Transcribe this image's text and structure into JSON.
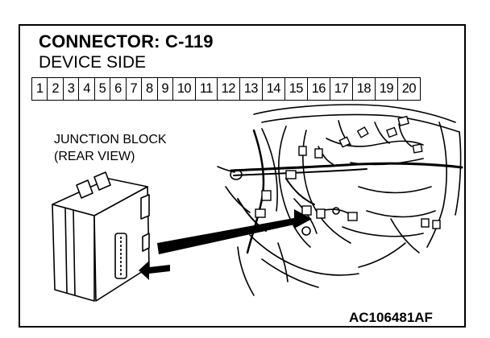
{
  "connector": {
    "title": "CONNECTOR: C-119",
    "subtitle": "DEVICE SIDE",
    "pins": [
      "1",
      "2",
      "3",
      "4",
      "5",
      "6",
      "7",
      "8",
      "9",
      "10",
      "11",
      "12",
      "13",
      "14",
      "15",
      "16",
      "17",
      "18",
      "19",
      "20"
    ]
  },
  "junction_block": {
    "label_line1": "JUNCTION BLOCK",
    "label_line2": "(REAR VIEW)"
  },
  "figure_code": "AC106481AF"
}
